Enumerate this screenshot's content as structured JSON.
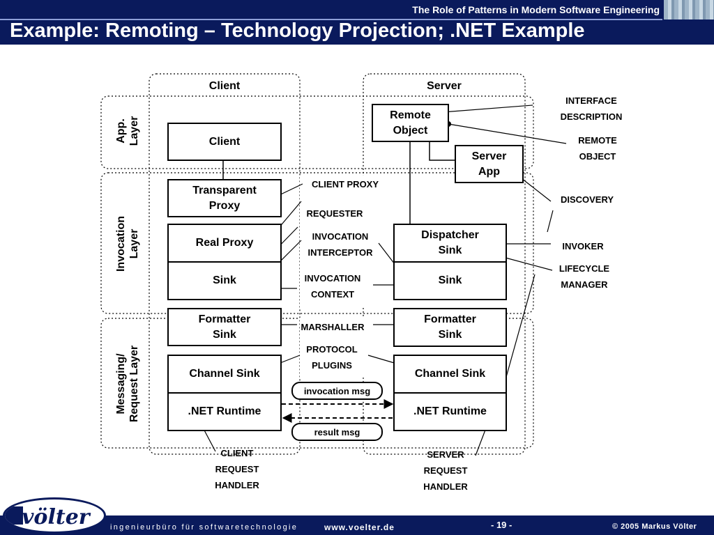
{
  "header": {
    "subtitle": "The Role of Patterns in Modern Software Engineering",
    "title": "Example: Remoting – Technology Projection; .NET Example"
  },
  "diagram": {
    "columns": {
      "client": "Client",
      "server": "Server"
    },
    "layers": {
      "app": [
        "App.",
        "Layer"
      ],
      "invocation": [
        "Invocation",
        "Layer"
      ],
      "messaging": [
        "Messaging/",
        "Request Layer"
      ]
    },
    "client_boxes": {
      "client": "Client",
      "transparent_proxy": [
        "Transparent",
        "Proxy"
      ],
      "real_proxy": "Real Proxy",
      "sink": "Sink",
      "formatter_sink": [
        "Formatter",
        "Sink"
      ],
      "channel_sink": "Channel Sink",
      "runtime": ".NET Runtime"
    },
    "server_boxes": {
      "remote_object": [
        "Remote",
        "Object"
      ],
      "server_app": [
        "Server",
        "App"
      ],
      "dispatcher_sink": [
        "Dispatcher",
        "Sink"
      ],
      "sink": "Sink",
      "formatter_sink": [
        "Formatter",
        "Sink"
      ],
      "channel_sink": "Channel Sink",
      "runtime": ".NET Runtime"
    },
    "patterns": {
      "interface_description": [
        "INTERFACE",
        "DESCRIPTION"
      ],
      "remote_object": [
        "REMOTE",
        "OBJECT"
      ],
      "discovery": "DISCOVERY",
      "invoker": "INVOKER",
      "lifecycle_manager": [
        "LIFECYCLE",
        "MANAGER"
      ],
      "client_proxy": "CLIENT PROXY",
      "requester": "REQUESTER",
      "invocation_interceptor": [
        "INVOCATION",
        "INTERCEPTOR"
      ],
      "invocation_context": [
        "INVOCATION",
        "CONTEXT"
      ],
      "marshaller": "MARSHALLER",
      "protocol_plugins": [
        "PROTOCOL",
        "PLUGINS"
      ],
      "client_request_handler": [
        "CLIENT",
        "REQUEST",
        "HANDLER"
      ],
      "server_request_handler": [
        "SERVER",
        "REQUEST",
        "HANDLER"
      ]
    },
    "messages": {
      "invocation": "invocation msg",
      "result": "result msg"
    }
  },
  "footer": {
    "logo": "völter",
    "tagline": "ingenieurbüro für softwaretechnologie",
    "url": "www.voelter.de",
    "page": "- 19 -",
    "copyright": "© 2005  Markus Völter"
  }
}
